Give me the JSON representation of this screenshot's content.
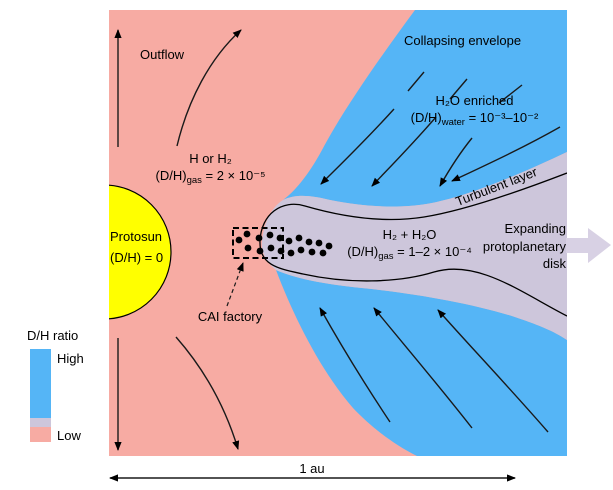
{
  "colors": {
    "pink": "#F7ABA3",
    "blue": "#55B5F6",
    "lavender": "#CDC6DB",
    "big_arrow": "#D8D1E4",
    "yellow": "#FFFF00"
  },
  "labels": {
    "outflow": "Outflow",
    "collapsing_envelope": "Collapsing envelope",
    "h2o_enriched": "H₂O enriched",
    "dh_water": {
      "pre": "(D/H)",
      "sub": "water",
      "post": " = 10⁻³–10⁻²"
    },
    "h_or_h2": "H or H₂",
    "dh_gas_outer": {
      "pre": "(D/H)",
      "sub": "gas",
      "post": " = 2 × 10⁻⁵"
    },
    "protosun_line1": "Protosun",
    "protosun_line2": "(D/H) = 0",
    "h2_h2o": "H₂ + H₂O",
    "dh_gas_disk": {
      "pre": "(D/H)",
      "sub": "gas",
      "post": " = 1–2 × 10⁻⁴"
    },
    "turbulent_layer": "Turbulent layer",
    "expanding_disk": [
      "Expanding",
      "protoplanetary",
      "disk"
    ],
    "cai_factory": "CAI factory",
    "scale": "1 au"
  },
  "legend": {
    "title": "D/H ratio",
    "high": "High",
    "low": "Low"
  },
  "cai_dots": [
    [
      239,
      240
    ],
    [
      247,
      234
    ],
    [
      248,
      248
    ],
    [
      259,
      238
    ],
    [
      260,
      251
    ],
    [
      270,
      235
    ],
    [
      271,
      248
    ],
    [
      280,
      238
    ],
    [
      281,
      251
    ],
    [
      289,
      241
    ],
    [
      291,
      253
    ],
    [
      299,
      238
    ],
    [
      301,
      250
    ],
    [
      309,
      242
    ],
    [
      312,
      252
    ],
    [
      319,
      243
    ],
    [
      323,
      253
    ],
    [
      329,
      246
    ]
  ]
}
